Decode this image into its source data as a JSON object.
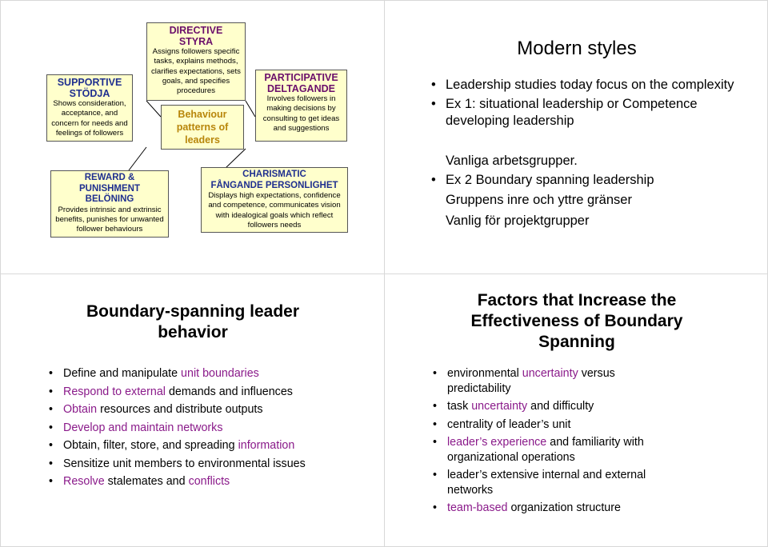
{
  "diagram": {
    "directive": {
      "title_en": "DIRECTIVE",
      "title_sv": "STYRA",
      "desc": "Assigns followers specific tasks, explains methods, clarifies expectations, sets goals, and specifies procedures"
    },
    "supportive": {
      "title_en": "SUPPORTIVE",
      "title_sv": "STÖDJA",
      "desc": "Shows consideration, acceptance, and concern for needs and feelings of followers"
    },
    "participative": {
      "title_en": "PARTICIPATIVE",
      "title_sv": "DELTAGANDE",
      "desc": "Involves followers in making decisions by consulting to get ideas and suggestions"
    },
    "center": {
      "label": "Behaviour patterns of leaders"
    },
    "reward": {
      "title_en": "REWARD & PUNISHMENT",
      "title_sv": "BELÖNING",
      "desc": "Provides intrinsic and extrinsic benefits, punishes for unwanted follower behaviours"
    },
    "charismatic": {
      "title_en": "CHARISMATIC",
      "title_sv": "FÅNGANDE PERSONLIGHET",
      "desc": "Displays high expectations, confidence and competence, communicates vision with idealogical goals which reflect followers needs"
    }
  },
  "modern": {
    "title": "Modern styles",
    "b1": "Leadership studies today focus on the complexity",
    "b2": "Ex 1: situational leadership or Competence developing leadership",
    "c1": "Vanliga arbetsgrupper.",
    "b3": "Ex 2 Boundary spanning leadership",
    "c2": "Gruppens inre och yttre gränser",
    "c3": "Vanlig för projektgrupper"
  },
  "boundary": {
    "title": "Boundary-spanning leader behavior",
    "items": [
      {
        "a": "Define and manipulate ",
        "b": "unit boundaries",
        "c": ""
      },
      {
        "a": "",
        "b": "Respond to external",
        "c": " demands and influences"
      },
      {
        "a": "",
        "b": "Obtain",
        "c": " resources and distribute outputs"
      },
      {
        "a": "",
        "b": "Develop and maintain networks",
        "c": ""
      },
      {
        "a": "Obtain, filter, store, and spreading ",
        "b": "information",
        "c": ""
      },
      {
        "a": "Sensitize unit members to environmental issues",
        "b": "",
        "c": ""
      },
      {
        "a": "",
        "b": "Resolve",
        "c": " stalemates and ",
        "d": "conflicts"
      }
    ]
  },
  "factors": {
    "title": "Factors that Increase the Effectiveness of Boundary Spanning",
    "items": [
      {
        "a": "environmental ",
        "b": "uncertainty",
        "c": " versus predictability"
      },
      {
        "a": "task ",
        "b": "uncertainty",
        "c": " and difficulty"
      },
      {
        "a": "centrality of leader’s unit",
        "b": "",
        "c": ""
      },
      {
        "a": "",
        "b": "leader’s experience",
        "c": " and familiarity with organizational operations"
      },
      {
        "a": "leader’s extensive internal and external networks",
        "b": "",
        "c": ""
      },
      {
        "a": "",
        "b": "team-based",
        "c": " organization structure"
      }
    ]
  },
  "bullet_char": "•"
}
